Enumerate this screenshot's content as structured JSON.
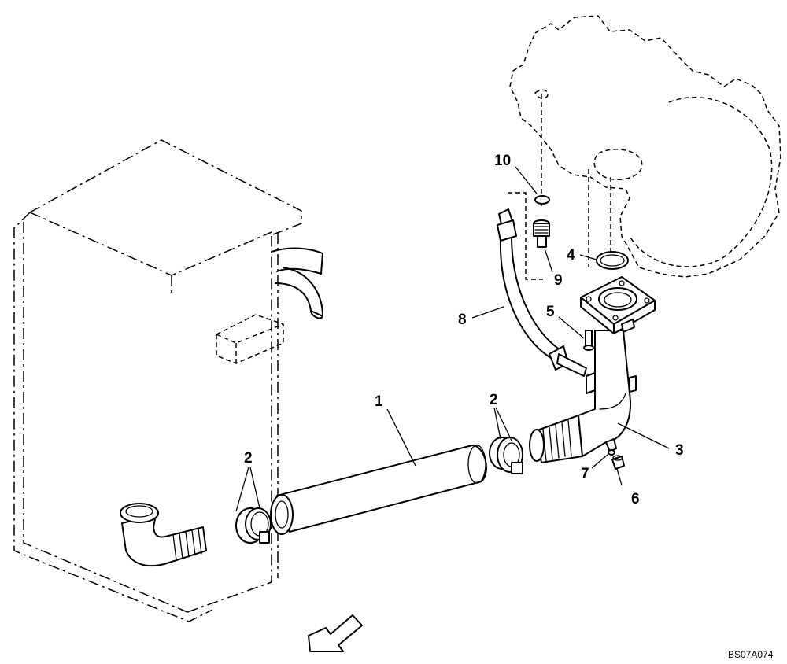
{
  "callouts": [
    {
      "id": "hose",
      "label": "1"
    },
    {
      "id": "clamp-right",
      "label": "2"
    },
    {
      "id": "clamp-left",
      "label": "2"
    },
    {
      "id": "pipe",
      "label": "3"
    },
    {
      "id": "o-ring-large",
      "label": "4"
    },
    {
      "id": "bolt",
      "label": "5"
    },
    {
      "id": "plug",
      "label": "6"
    },
    {
      "id": "o-ring-plug",
      "label": "7"
    },
    {
      "id": "small-hose",
      "label": "8"
    },
    {
      "id": "fitting",
      "label": "9"
    },
    {
      "id": "o-ring-small",
      "label": "10"
    }
  ],
  "drawing_code": "BS07A074"
}
